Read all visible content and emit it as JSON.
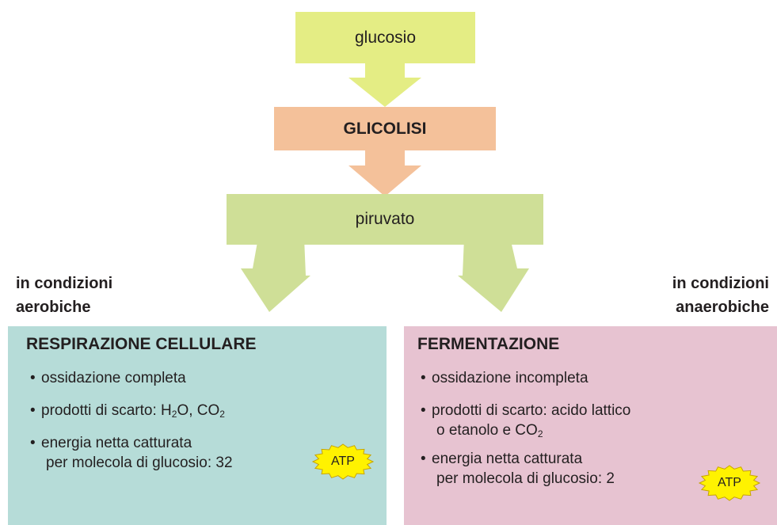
{
  "flow": {
    "glucose": "glucosio",
    "glycolysis": "GLICOLISI",
    "pyruvate": "piruvato"
  },
  "conditions": {
    "aerobic": [
      "in condizioni",
      "aerobiche"
    ],
    "anaerobic": [
      "in condizioni",
      "anaerobiche"
    ]
  },
  "respiration": {
    "title": "RESPIRAZIONE CELLULARE",
    "bullet1": "ossidazione completa",
    "bullet2_prefix": "prodotti di scarto: H",
    "bullet2_sub1": "2",
    "bullet2_mid": "O, CO",
    "bullet2_sub2": "2",
    "bullet3_line1": "energia netta catturata",
    "bullet3_line2": "per molecola di glucosio: 32",
    "atp": "ATP"
  },
  "fermentation": {
    "title": "FERMENTAZIONE",
    "bullet1": "ossidazione incompleta",
    "bullet2_line1": "prodotti di scarto: acido lattico",
    "bullet2_line2_prefix": "o etanolo e CO",
    "bullet2_sub": "2",
    "bullet3_line1": "energia netta catturata",
    "bullet3_line2": "per molecola di glucosio: 2",
    "atp": "ATP"
  },
  "colors": {
    "glucose_box": "#e4ed84",
    "glycolysis_box": "#f4c19a",
    "pyruvate_box": "#cfdf97",
    "respiration_panel": "#b6dcd8",
    "fermentation_panel": "#e7c3d1",
    "atp_burst": "#fff200",
    "atp_outline": "#c8a400"
  }
}
